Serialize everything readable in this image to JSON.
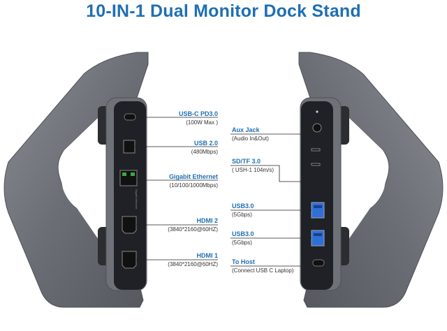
{
  "title": "10-IN-1 Dual Monitor Dock Stand",
  "colors": {
    "accent": "#1f6fb3",
    "body": "#6d7077",
    "panel": "#1f2126",
    "port_blue": "#2f6fd6"
  },
  "left_ports": [
    {
      "name": "USB-C PD3.0",
      "spec": "(100W Max )"
    },
    {
      "name": "USB 2.0",
      "spec": "(480Mbps)"
    },
    {
      "name": "Gigabit Ethernet",
      "spec": "(10/100/1000Mbps)"
    },
    {
      "name": "HDMI 2",
      "spec": "(3840*2160@60HZ)"
    },
    {
      "name": "HDMI 1",
      "spec": "(3840*2160@60HZ)"
    }
  ],
  "right_ports": [
    {
      "name": "Aux Jack",
      "spec": "(Audio In&Out)"
    },
    {
      "name": "SD/TF 3.0",
      "spec": "( USH-1 104m/s)"
    },
    {
      "name": "USB3.0",
      "spec": "(5Gbps)"
    },
    {
      "name": "USB3.0",
      "spec": "(5Gbps)"
    },
    {
      "name": "To Host",
      "spec": "(Connect USB C Laptop)"
    }
  ]
}
